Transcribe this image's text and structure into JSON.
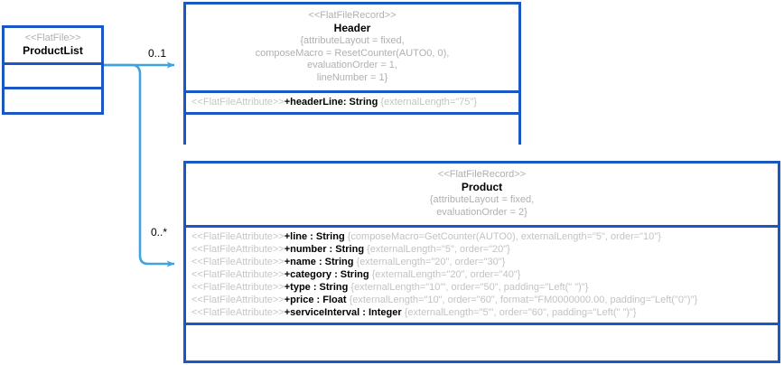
{
  "diagram": {
    "type": "uml-class-diagram",
    "accent_color": "#1a56c4",
    "connector_color": "#3fa3de",
    "stereotype_color": "#b0b0b0",
    "classes": [
      {
        "id": "productlist",
        "stereotype": "<<FlatFile>>",
        "name": "ProductList",
        "properties": [],
        "attributes": [],
        "empty_compartments": 2
      },
      {
        "id": "header",
        "stereotype": "<<FlatFileRecord>>",
        "name": "Header",
        "properties": [
          "{attributeLayout = fixed,",
          "composeMacro = ResetCounter(AUTO0, 0),",
          "evaluationOrder = 1,",
          "lineNumber = 1}"
        ],
        "attributes": [
          {
            "stereotype": "<<FlatFileAttribute>>",
            "signature": "+headerLine: String",
            "tags": "{externalLength=\"75\"}"
          }
        ],
        "empty_compartments": 1
      },
      {
        "id": "product",
        "stereotype": "<<FlatFileRecord>>",
        "name": "Product",
        "properties": [
          "{attributeLayout = fixed,",
          "evaluationOrder = 2}"
        ],
        "attributes": [
          {
            "stereotype": "<<FlatFileAttribute>>",
            "signature": "+line : String",
            "tags": "{composeMacro=GetCounter(AUTO0), externalLength=\"5\", order=\"10\"}"
          },
          {
            "stereotype": "<<FlatFileAttribute>>",
            "signature": "+number : String",
            "tags": "{externalLength=\"5\", order=\"20\"}"
          },
          {
            "stereotype": "<<FlatFileAttribute>>",
            "signature": "+name : String",
            "tags": "{externalLength=\"20\", order=\"30\"}"
          },
          {
            "stereotype": "<<FlatFileAttribute>>",
            "signature": "+category : String",
            "tags": "{externalLength=\"20\", order=\"40\"}"
          },
          {
            "stereotype": "<<FlatFileAttribute>>",
            "signature": "+type : String",
            "tags": "{externalLength=\"10\"', order=\"50\", padding=\"Left(\" \")\"}"
          },
          {
            "stereotype": "<<FlatFileAttribute>>",
            "signature": "+price : Float",
            "tags": "{externalLength=\"10\", order=\"60\", format=\"FM0000000.00, padding=\"Left(\"0\")\"}"
          },
          {
            "stereotype": "<<FlatFileAttribute>>",
            "signature": "+serviceInterval : Integer",
            "tags": "{externalLength=\"5\"', order=\"60\", padding=\"Left(\" \")\"}"
          }
        ],
        "empty_compartments": 1
      }
    ],
    "connectors": [
      {
        "id": "to-header",
        "from": "productlist",
        "to": "header",
        "multiplicity": "0..1"
      },
      {
        "id": "to-product",
        "from": "productlist",
        "to": "product",
        "multiplicity": "0..*"
      }
    ]
  }
}
